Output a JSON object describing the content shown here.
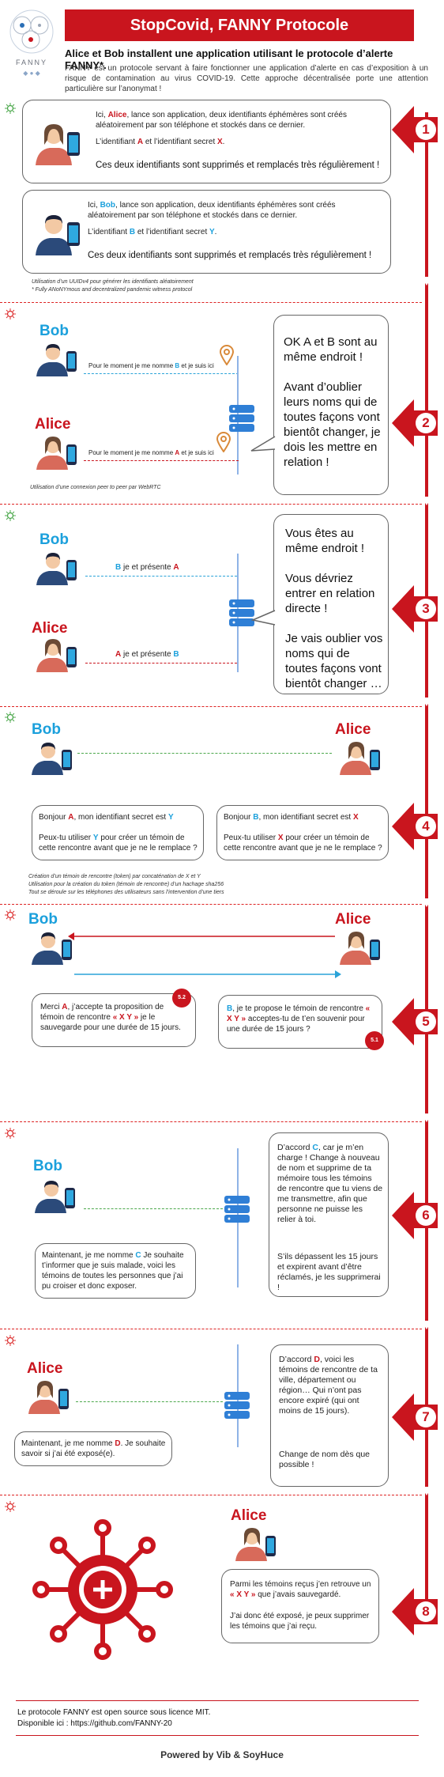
{
  "header": {
    "logo_text": "FANNY",
    "title": "StopCovid, FANNY Protocole",
    "subtitle": "Alice et Bob installent une application utilisant le protocole d’alerte FANNY*.",
    "intro": "FANNY est un protocole servant à faire fonctionner une application d’alerte en cas d’exposition à un risque de contamination au virus COVID-19. Cette approche décentralisée porte une attention particulière sur l’anonymat !"
  },
  "steps": [
    "1",
    "2",
    "3",
    "4",
    "5",
    "6",
    "7",
    "8"
  ],
  "names": {
    "alice": "Alice",
    "bob": "Bob"
  },
  "step1": {
    "alice": {
      "p1_a": "Ici, ",
      "p1_name": "Alice",
      "p1_b": ", lance son application, deux identifiants éphémères sont créés aléatoirement par son téléphone et stockés dans ce dernier.",
      "p2_a": "L’identifiant ",
      "p2_id": "A",
      "p2_b": " et l’identifiant secret ",
      "p2_sec": "X",
      "p2_c": ".",
      "p3": "Ces deux identifiants sont supprimés et remplacés très régulièrement !"
    },
    "bob": {
      "p1_a": "Ici, ",
      "p1_name": "Bob",
      "p1_b": ", lance son application, deux identifiants éphémères sont créés aléatoirement par son téléphone et stockés dans ce dernier.",
      "p2_a": "L’identifiant ",
      "p2_id": "B",
      "p2_b": " et l’identifiant secret ",
      "p2_sec": "Y",
      "p2_c": ".",
      "p3": "Ces deux identifiants sont supprimés et remplacés très régulièrement !"
    },
    "note1": "Utilisation d’un UUIDv4 pour générer les identifiants aléatoirement",
    "note2": "* Fully ANoNYmous and decentralized pandemic witness protocol"
  },
  "step2": {
    "bob_msg_a": "Pour le moment je me nomme ",
    "bob_msg_id": "B",
    "bob_msg_b": " et je suis ici",
    "alice_msg_a": "Pour le moment je me nomme ",
    "alice_msg_id": "A",
    "alice_msg_b": " et je suis ici",
    "bubble": "OK A et B sont au même endroit !\n\nAvant d’oublier leurs noms qui de toutes façons vont bientôt changer, je dois les mettre en relation !",
    "note": "Utilisation d’une connexion peer to peer par WebRTC"
  },
  "step3": {
    "to_bob_id": "B",
    "to_bob_mid": " je et  présente ",
    "to_bob_other": "A",
    "to_alice_id": "A",
    "to_alice_mid": " je et  présente ",
    "to_alice_other": "B",
    "bubble": "Vous êtes au même endroit !\n\nVous dévriez entrer en relation directe !\n\nJe vais oublier vos noms qui de toutes façons vont bientôt changer …"
  },
  "step4": {
    "bob": {
      "a": "Bonjour ",
      "id": "A",
      "b": ", mon identifiant secret est ",
      "sec": "Y",
      "c": "Peux-tu utiliser ",
      "c_sec": "Y",
      "d": " pour créer un témoin de cette rencontre avant que je ne le remplace ?"
    },
    "alice": {
      "a": "Bonjour ",
      "id": "B",
      "b": ", mon identifiant secret est ",
      "sec": "X",
      "c": "Peux-tu utiliser ",
      "c_sec": "X",
      "d": " pour créer un témoin de cette rencontre avant que je ne le remplace ?"
    },
    "note1": "Création d’un témoin de rencontre (token) par concaténation de X et Y",
    "note2": "Utilisation pour la création du token (témoin de rencontre) d’un hachage sha256",
    "note3": "Tout se déroule sur les téléphones des utilisateurs sans l’intervention d’une tiers"
  },
  "step5": {
    "bob": {
      "a": "Merci ",
      "id": "A",
      "b": ", j’accepte ta proposition de témoin de rencontre ",
      "tok": "« X Y »",
      "c": " je le sauvegarde pour une durée de 15 jours.",
      "tag": "5.2"
    },
    "alice": {
      "id": "B",
      "a": ",  je te propose le témoin de rencontre ",
      "tok": "« X Y »",
      "b": " acceptes-tu de t’en souvenir pour une durée de 15 jours ?",
      "tag": "5.1"
    }
  },
  "step6": {
    "bob": {
      "a": "Maintenant, je me nomme ",
      "id": "C",
      "b": " Je souhaite t’informer que je suis malade, voici les témoins de toutes les personnes que j’ai pu croiser et donc exposer."
    },
    "server": {
      "a": "D’accord ",
      "id": "C",
      "b": ", car je m’en charge ! Change à nouveau de nom et supprime de ta mémoire tous les témoins de rencontre que tu viens de me transmettre, afin que personne ne puisse les relier à toi.",
      "c": "S’ils dépassent les 15 jours et expirent avant d’être réclamés, je les supprimerai !"
    }
  },
  "step7": {
    "alice": {
      "a": "Maintenant, je me nomme ",
      "id": "D",
      "b": ". Je souhaite savoir si j’ai été exposé(e)."
    },
    "server": {
      "a": "D’accord ",
      "id": "D",
      "b": ", voici les témoins de rencontre de ta ville, département ou région… Qui n’ont pas encore expiré (qui ont moins de 15 jours).",
      "c": "Change de nom dès que possible !"
    }
  },
  "step8": {
    "a": "Parmi les témoins reçus j’en retrouve un ",
    "tok": "« X Y »",
    "b": " que j’avais sauvegardé.",
    "c": "J’ai donc été exposé, je peux supprimer les témoins que j’ai reçu."
  },
  "footer": {
    "line1": "Le protocole FANNY est open source sous licence MIT.",
    "line2": "Disponible ici : https://github.com/FANNY-20",
    "powered": "Powered by Vib & SoyHuce"
  },
  "colors": {
    "red": "#c9151e",
    "blue": "#1ba0dc",
    "green": "#4ca84c"
  }
}
